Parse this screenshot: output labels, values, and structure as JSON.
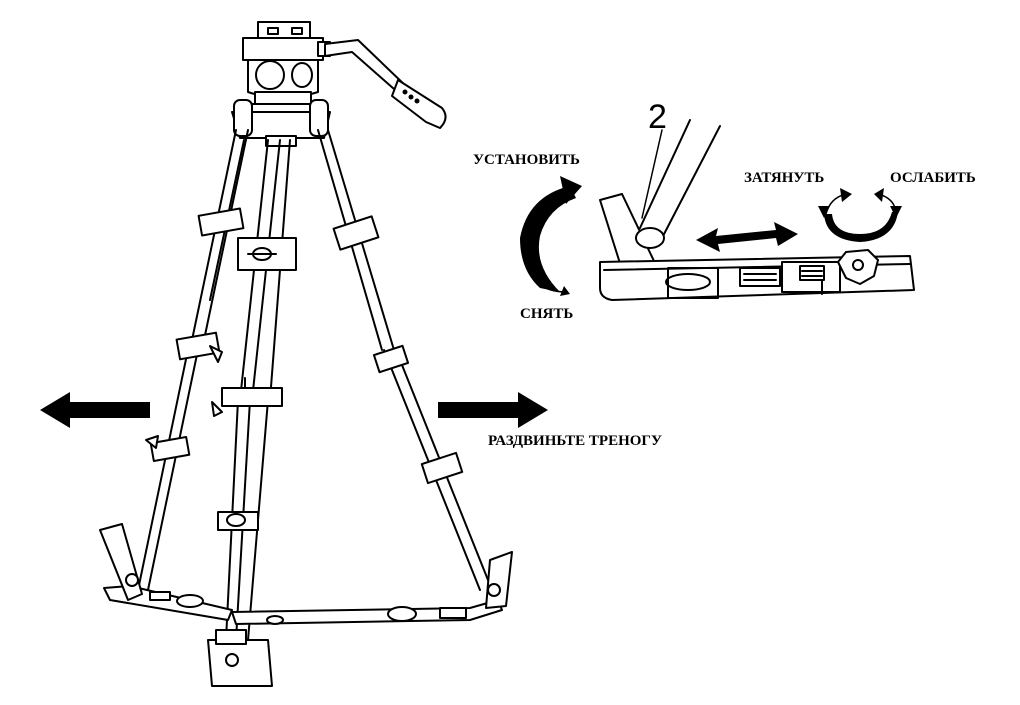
{
  "labels": {
    "install": "УСТАНОВИТЬ",
    "remove": "СНЯТЬ",
    "tighten": "ЗАТЯНУТЬ",
    "loosen": "ОСЛАБИТЬ",
    "spread": "РАЗДВИНЬТЕ ТРЕНОГУ",
    "step_number": "2"
  },
  "colors": {
    "ink": "#000000",
    "paper": "#ffffff"
  }
}
